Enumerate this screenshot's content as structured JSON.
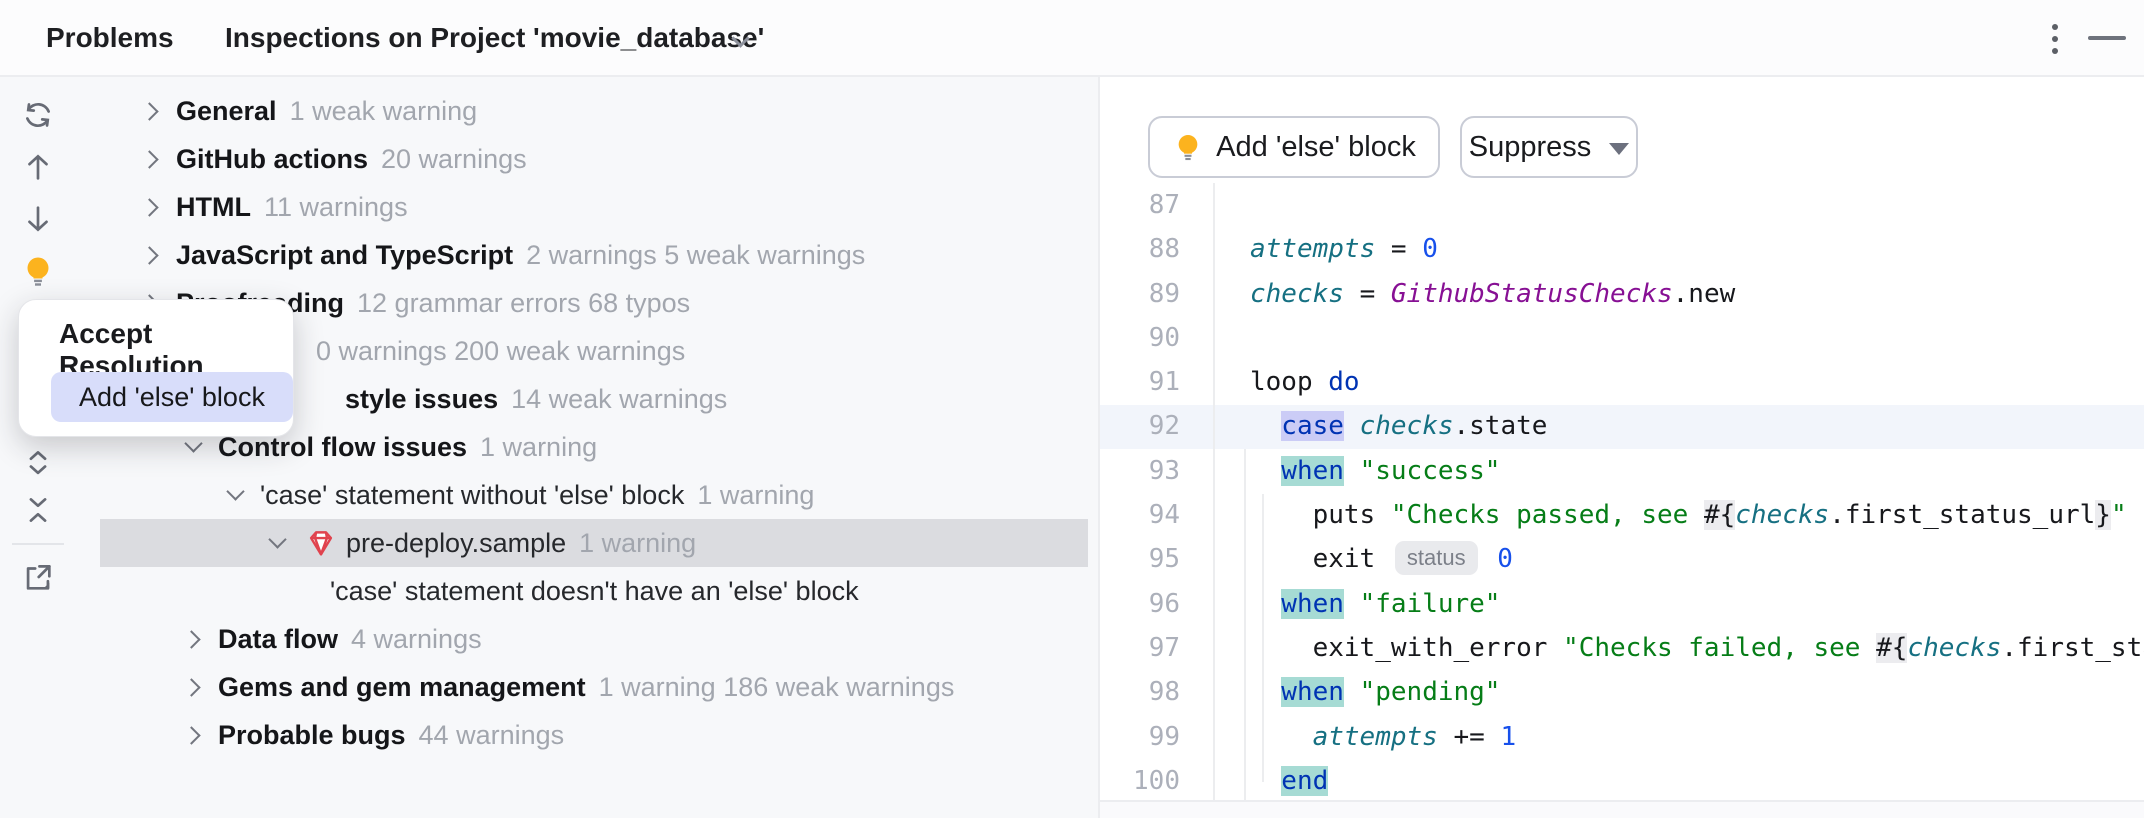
{
  "header": {
    "problems_label": "Problems",
    "tab_title": "Inspections on Project 'movie_database'",
    "icons": [
      "tab-dropdown-chevron-icon",
      "more-options-kebab-icon",
      "minimize-icon"
    ]
  },
  "toolbar": {
    "icons": [
      "refresh-icon",
      "previous-problem-arrow-up-icon",
      "next-problem-arrow-down-icon",
      "quick-fixes-lightbulb-icon",
      "expand-all-icon",
      "collapse-all-icon",
      "open-in-editor-icon"
    ]
  },
  "popup": {
    "title": "Accept Resolution",
    "action_label": "Add 'else' block",
    "button_color": "#D8DDFA"
  },
  "actions": {
    "add_else_label": "Add 'else' block",
    "suppress_label": "Suppress",
    "lightbulb_icon": "lightbulb-icon",
    "dropdown_icon": "dropdown-triangle-icon"
  },
  "tree": {
    "rows": [
      {
        "level": 0,
        "chev": "r",
        "bold": true,
        "label": "General",
        "counts": "1 weak warning"
      },
      {
        "level": 0,
        "chev": "r",
        "bold": true,
        "label": "GitHub actions",
        "counts": "20 warnings"
      },
      {
        "level": 0,
        "chev": "r",
        "bold": true,
        "label": "HTML",
        "counts": "11 warnings"
      },
      {
        "level": 0,
        "chev": "r",
        "bold": true,
        "label": "JavaScript and TypeScript",
        "counts": "2 warnings 5 weak warnings"
      },
      {
        "level": 0,
        "chev": "r",
        "bold": true,
        "label": "Proofreading",
        "counts": "12 grammar errors 68 typos"
      },
      {
        "offset": 303,
        "bold": false,
        "label": "",
        "counts": "0 warnings 200 weak warnings"
      },
      {
        "offset": 345,
        "bold": true,
        "label": "style issues",
        "counts": "14 weak warnings"
      },
      {
        "level": 1,
        "chev": "d",
        "bold": true,
        "label": "Control flow issues",
        "counts": "1 warning"
      },
      {
        "level": 2,
        "chev": "d",
        "bold": false,
        "label": "'case' statement without 'else' block",
        "counts": "1 warning"
      },
      {
        "level": 3,
        "chev": "d",
        "bold": false,
        "icon": "ruby-gem-icon",
        "label": "pre-deploy.sample",
        "counts": "1 warning",
        "selected": true
      },
      {
        "offset": 330,
        "bold": false,
        "label": "'case' statement doesn't have an 'else' block",
        "counts": ""
      },
      {
        "level": 1,
        "chev": "r",
        "bold": true,
        "label": "Data flow",
        "counts": "4 warnings"
      },
      {
        "level": 1,
        "chev": "r",
        "bold": true,
        "label": "Gems and gem management",
        "counts": "1 warning 186 weak warnings"
      },
      {
        "level": 1,
        "chev": "r",
        "bold": true,
        "label": "Probable bugs",
        "counts": "44 warnings"
      }
    ]
  },
  "editor": {
    "current_line": 92,
    "lines": [
      {
        "ln": 87,
        "ind": 0,
        "seg": []
      },
      {
        "ln": 88,
        "ind": 0,
        "seg": [
          [
            "attempts",
            "v"
          ],
          [
            " = ",
            "p"
          ],
          [
            "0",
            "n"
          ]
        ]
      },
      {
        "ln": 89,
        "ind": 0,
        "seg": [
          [
            "checks",
            "v"
          ],
          [
            " = ",
            "p"
          ],
          [
            "GithubStatusChecks",
            "c"
          ],
          [
            ".new",
            "p"
          ]
        ]
      },
      {
        "ln": 90,
        "ind": 0,
        "seg": []
      },
      {
        "ln": 91,
        "ind": 0,
        "seg": [
          [
            "loop ",
            "p"
          ],
          [
            "do",
            "k"
          ]
        ]
      },
      {
        "ln": 92,
        "ind": 2,
        "seg": [
          [
            "case",
            "k hlc"
          ],
          [
            " ",
            "p"
          ],
          [
            "checks",
            "v"
          ],
          [
            ".state",
            "p"
          ]
        ]
      },
      {
        "ln": 93,
        "ind": 2,
        "seg": [
          [
            "when",
            "k hlw"
          ],
          [
            " ",
            "p"
          ],
          [
            "\"success\"",
            "s"
          ]
        ]
      },
      {
        "ln": 94,
        "ind": 4,
        "seg": [
          [
            "puts ",
            "p"
          ],
          [
            "\"Checks passed, see ",
            "s"
          ],
          [
            "#{",
            "p ib"
          ],
          [
            "checks",
            "v"
          ],
          [
            ".first_status_url",
            "p"
          ],
          [
            "}",
            "p ib"
          ],
          [
            "\"",
            "s"
          ]
        ]
      },
      {
        "ln": 95,
        "ind": 4,
        "seg": [
          [
            "exit ",
            "p"
          ],
          [
            "status",
            "inlay"
          ],
          [
            " ",
            "p"
          ],
          [
            "0",
            "n"
          ]
        ]
      },
      {
        "ln": 96,
        "ind": 2,
        "seg": [
          [
            "when",
            "k hlw"
          ],
          [
            " ",
            "p"
          ],
          [
            "\"failure\"",
            "s"
          ]
        ]
      },
      {
        "ln": 97,
        "ind": 4,
        "seg": [
          [
            "exit_with_error ",
            "p"
          ],
          [
            "\"Checks failed, see ",
            "s"
          ],
          [
            "#{",
            "p ib"
          ],
          [
            "checks",
            "v"
          ],
          [
            ".first_sta",
            "p"
          ]
        ]
      },
      {
        "ln": 98,
        "ind": 2,
        "seg": [
          [
            "when",
            "k hlw"
          ],
          [
            " ",
            "p"
          ],
          [
            "\"pending\"",
            "s"
          ]
        ]
      },
      {
        "ln": 99,
        "ind": 4,
        "seg": [
          [
            "attempts",
            "v"
          ],
          [
            " += ",
            "p"
          ],
          [
            "1",
            "n"
          ]
        ]
      },
      {
        "ln": 100,
        "ind": 2,
        "seg": [
          [
            "end",
            "k hlw"
          ]
        ]
      }
    ],
    "colors": {
      "keyword": "#0033B3",
      "string": "#067D17",
      "number": "#1750EB",
      "variable": "#167082",
      "constant": "#871094",
      "case_highlight": "#CBCCF6",
      "when_highlight": "#A6DBD4",
      "current_line": "#F2F5FB",
      "interpolation_bg": "#ECECEF",
      "inlay_hint_text": "status"
    }
  },
  "colors": {
    "panel_bg": "#F7F8FA",
    "selected_row": "#DBDCE0",
    "border": "#ECEDF0",
    "count_text": "#A2A6AE",
    "gem_red": "#E0434E",
    "lightbulb_yellow": "#FCB31E"
  }
}
